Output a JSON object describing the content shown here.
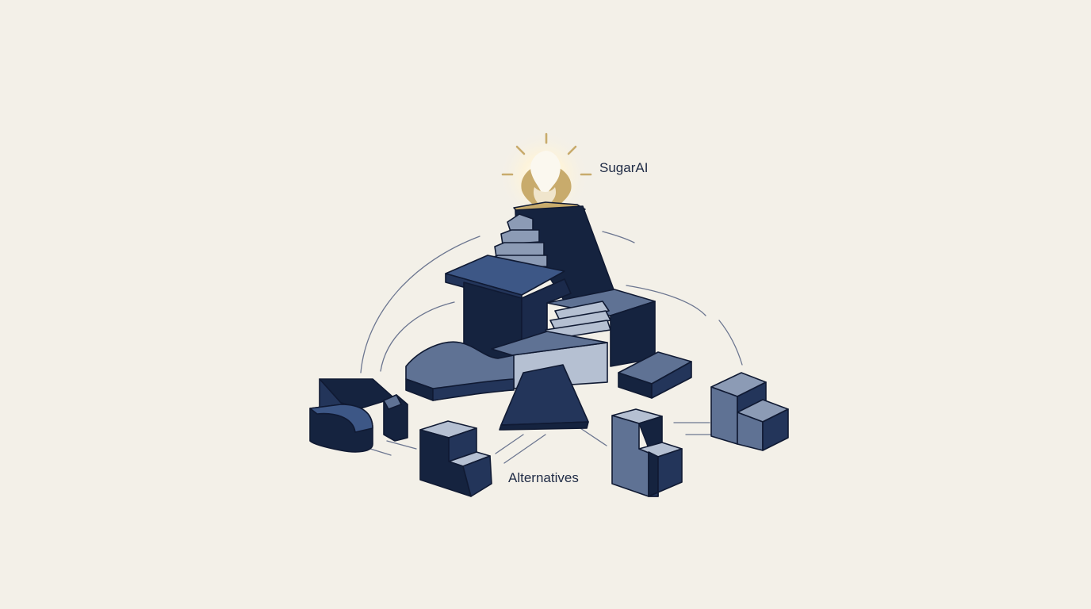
{
  "labels": {
    "top": "SugarAI",
    "bottom": "Alternatives"
  },
  "colors": {
    "background": "#f3f0e8",
    "navy_dark": "#15233f",
    "navy": "#23355a",
    "blue_mid": "#3d5786",
    "slate": "#5f7294",
    "slate_light": "#8c9bb5",
    "pale": "#b5c0d2",
    "gold": "#c8ab6c",
    "glow": "#fff6df",
    "line": "#6c7690",
    "text": "#1f2b45"
  },
  "icons": {
    "summit_light": "glowing-bulb-icon",
    "connectors": "curved-arc-lines"
  }
}
